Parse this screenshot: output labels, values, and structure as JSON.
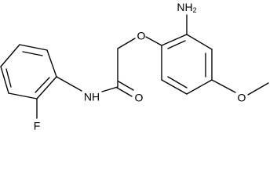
{
  "labels": {
    "amine": "NH",
    "amine_sub": "2",
    "ether_o": "O",
    "carbonyl_o": "O",
    "amide_nh": "NH",
    "fluorine": "F",
    "methoxy_o": "O"
  }
}
